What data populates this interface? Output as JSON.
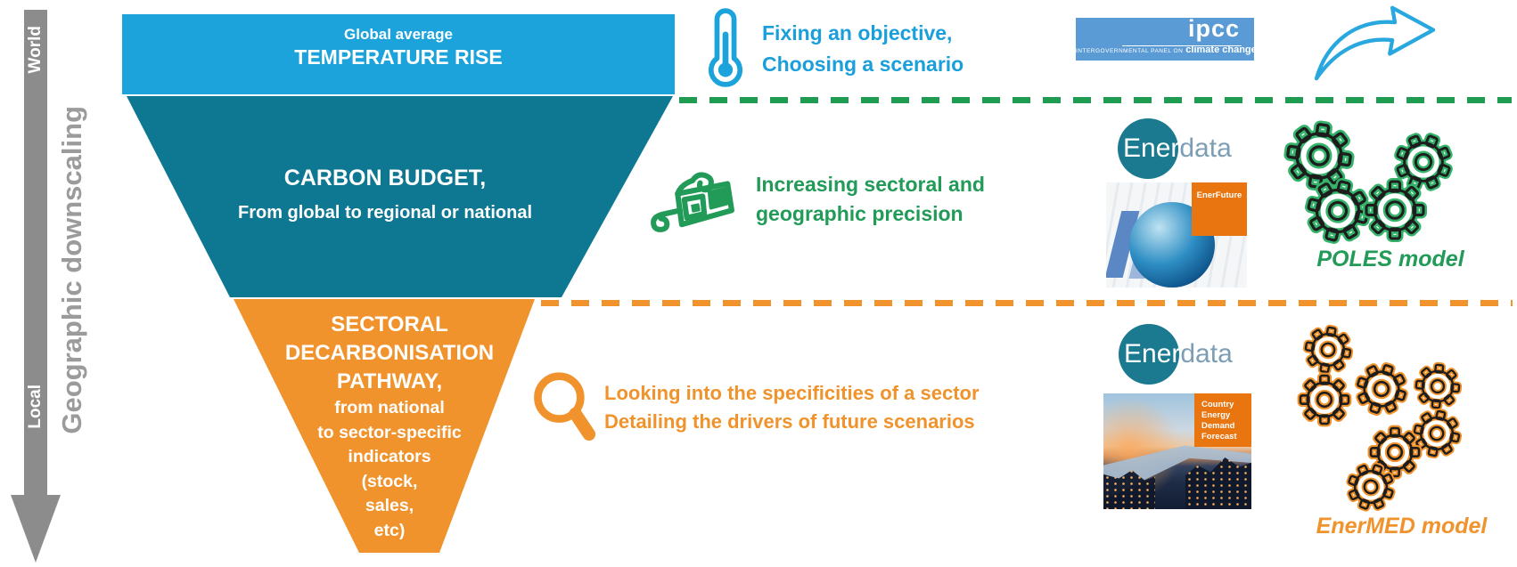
{
  "colors": {
    "bar_blue": "#1CA3DC",
    "teal": "#0E7792",
    "orange": "#F0932C",
    "green": "#229A58",
    "axis_gray": "#8C8C8C",
    "ipcc_blue": "#5B9BD5",
    "enerdata_teal": "#1B7A90",
    "badge_orange": "#E8750F"
  },
  "axis": {
    "top": "World",
    "bottom": "Local",
    "title": "Geographic downscaling"
  },
  "funnel": {
    "level1": {
      "line1": "Global average",
      "line2": "TEMPERATURE RISE"
    },
    "level2": {
      "line1": "CARBON BUDGET,",
      "line2": "From global to regional or national"
    },
    "level3": {
      "h1": "SECTORAL",
      "h2": "DECARBONISATION",
      "h3": "PATHWAY,",
      "d1": "from national",
      "d2": "to sector-specific",
      "d3": "indicators",
      "d4": "(stock,",
      "d5": "sales,",
      "d6": "etc)"
    }
  },
  "rows": {
    "world": {
      "icon": "thermometer-icon",
      "line1": "Fixing an objective,",
      "line2": "Choosing a scenario"
    },
    "regional": {
      "icon": "3d-glasses-icon",
      "line1": "Increasing sectoral and",
      "line2": "geographic precision",
      "model": "POLES model"
    },
    "sector": {
      "icon": "magnifier-icon",
      "line1": "Looking into the specificities of a sector",
      "line2": "Detailing the drivers of future scenarios",
      "model": "EnerMED model"
    }
  },
  "ipcc": {
    "name": "ipcc",
    "tagline_small": "INTERGOVERNMENTAL PANEL ON",
    "tagline_large": "climate change"
  },
  "enerdata": {
    "part1": "Ener",
    "part2": "data"
  },
  "enerfuture": {
    "label": "EnerFuture"
  },
  "cedf": {
    "line1": "Country",
    "line2": "Energy",
    "line3": "Demand",
    "line4": "Forecast"
  }
}
